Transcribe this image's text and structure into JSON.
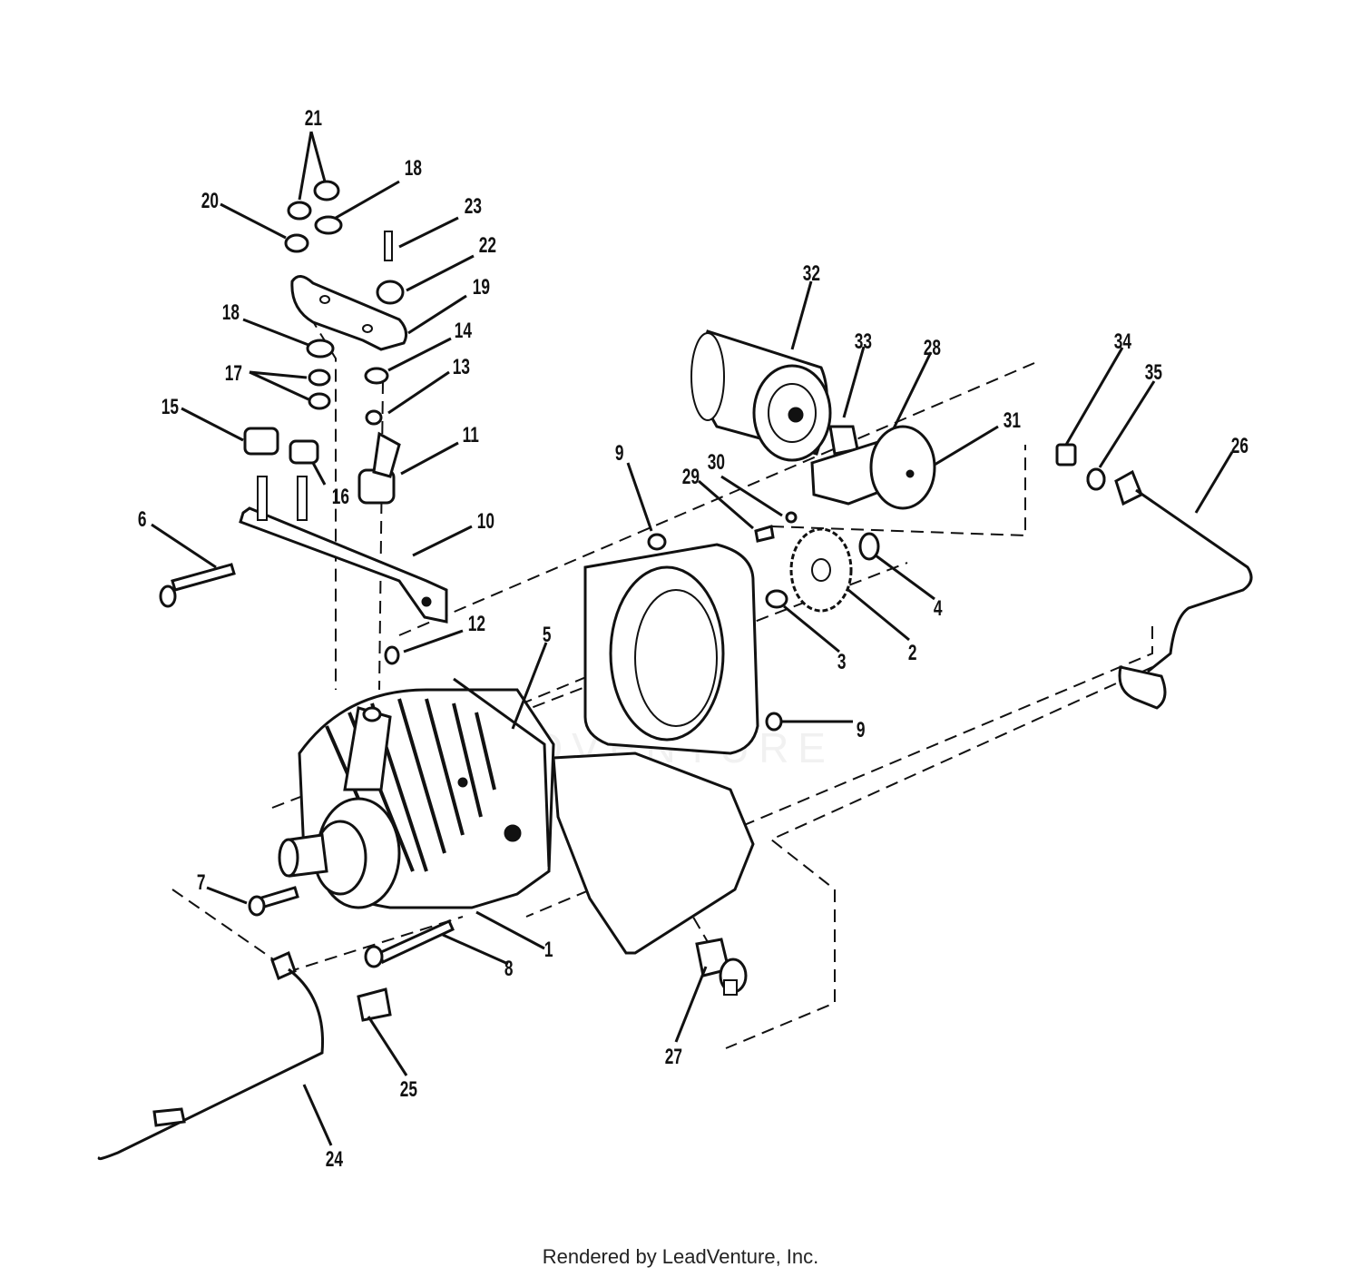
{
  "footer_text": "Rendered by LeadVenture, Inc.",
  "watermark_text": "LEADVENTURE",
  "colors": {
    "ink": "#111111",
    "background": "#ffffff",
    "watermark": "#f1f1f1"
  },
  "callouts": [
    {
      "id": "c21",
      "label": "21"
    },
    {
      "id": "c18a",
      "label": "18"
    },
    {
      "id": "c20",
      "label": "20"
    },
    {
      "id": "c23",
      "label": "23"
    },
    {
      "id": "c22",
      "label": "22"
    },
    {
      "id": "c19",
      "label": "19"
    },
    {
      "id": "c18b",
      "label": "18"
    },
    {
      "id": "c14",
      "label": "14"
    },
    {
      "id": "c17",
      "label": "17"
    },
    {
      "id": "c13",
      "label": "13"
    },
    {
      "id": "c15",
      "label": "15"
    },
    {
      "id": "c11",
      "label": "11"
    },
    {
      "id": "c16",
      "label": "16"
    },
    {
      "id": "c6",
      "label": "6"
    },
    {
      "id": "c10",
      "label": "10"
    },
    {
      "id": "c12",
      "label": "12"
    },
    {
      "id": "c5",
      "label": "5"
    },
    {
      "id": "c9a",
      "label": "9"
    },
    {
      "id": "c9b",
      "label": "9"
    },
    {
      "id": "c32",
      "label": "32"
    },
    {
      "id": "c33",
      "label": "33"
    },
    {
      "id": "c28",
      "label": "28"
    },
    {
      "id": "c34",
      "label": "34"
    },
    {
      "id": "c35",
      "label": "35"
    },
    {
      "id": "c31",
      "label": "31"
    },
    {
      "id": "c30",
      "label": "30"
    },
    {
      "id": "c29",
      "label": "29"
    },
    {
      "id": "c26",
      "label": "26"
    },
    {
      "id": "c4",
      "label": "4"
    },
    {
      "id": "c3",
      "label": "3"
    },
    {
      "id": "c2",
      "label": "2"
    },
    {
      "id": "c7",
      "label": "7"
    },
    {
      "id": "c1",
      "label": "1"
    },
    {
      "id": "c8",
      "label": "8"
    },
    {
      "id": "c27",
      "label": "27"
    },
    {
      "id": "c25",
      "label": "25"
    },
    {
      "id": "c24",
      "label": "24"
    }
  ]
}
